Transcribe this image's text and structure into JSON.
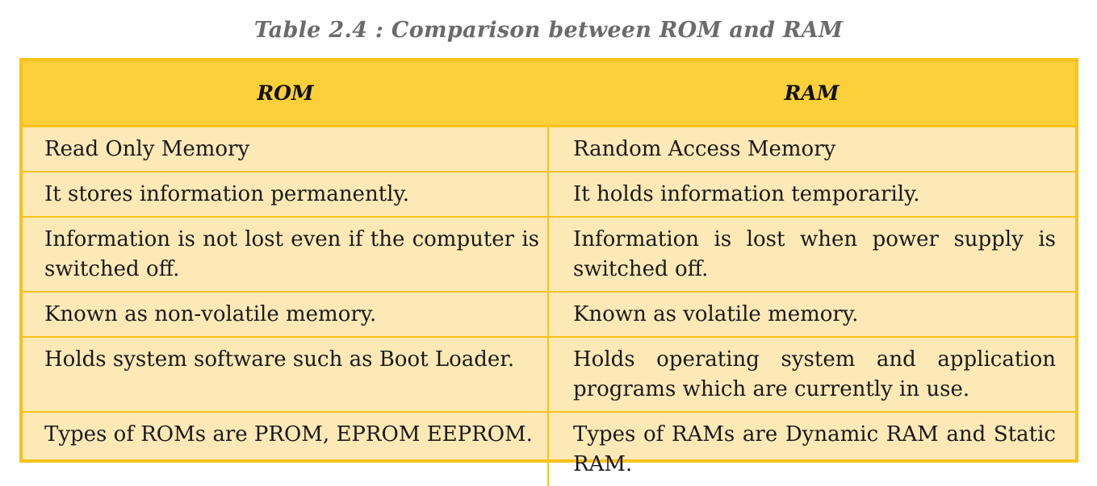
{
  "caption": "Table 2.4 : Comparison between ROM and RAM",
  "table": {
    "headers": [
      "ROM",
      "RAM"
    ],
    "rows": [
      [
        "Read Only Memory",
        "Random Access Memory"
      ],
      [
        "It stores information permanently.",
        "It holds information temporarily."
      ],
      [
        "Information is not lost even if the computer is switched off.",
        "Information is lost when power supply is switched off."
      ],
      [
        "Known as non-volatile memory.",
        "Known as volatile memory."
      ],
      [
        "Holds system software such as Boot Loader.",
        "Holds operating system and application programs which are currently in use."
      ],
      [
        "Types of ROMs are PROM, EPROM EEPROM.",
        "Types of RAMs are Dynamic RAM and Static RAM."
      ]
    ]
  },
  "colors": {
    "border": "#f9c21a",
    "header_bg": "#fcd03a",
    "cell_bg": "#fde9b6",
    "caption_text": "#6b6b6b"
  }
}
